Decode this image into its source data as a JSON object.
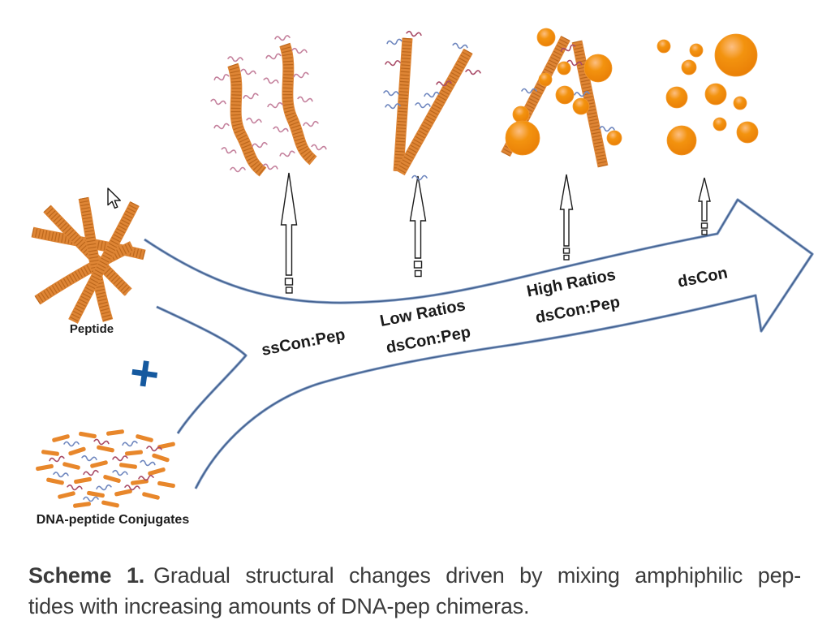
{
  "colors": {
    "fiber_orange": "#DE8535",
    "fiber_hatch": "#BC671C",
    "sphere_orange": "#F08A14",
    "sphere_highlight": "#FCBF83",
    "arrow_outline": "#43618F",
    "arrow_outline_light": "#8AA3C9",
    "upward_arrow_stroke": "#1c1c1c",
    "plus_blue": "#15599F",
    "squiggle_pink": "#C4809C",
    "squiggle_blue": "#6E86BE",
    "squiggle_red": "#A84A66",
    "label_black": "#1a1a1a",
    "caption_gray": "#3b3b3b"
  },
  "figure": {
    "peptide_label": "Peptide",
    "plus_sign": "+",
    "conjugates_label": "DNA-peptide Conjugates",
    "arrow_labels": {
      "stage1": "ssCon:Pep",
      "stage2_top": "Low Ratios",
      "stage2_bottom": "dsCon:Pep",
      "stage3_top": "High Ratios",
      "stage3_bottom": "dsCon:Pep",
      "stage4": "dsCon"
    }
  },
  "caption": {
    "tag": "Scheme 1.",
    "line1_rest": "Gradual structural changes driven by mixing amphiphilic pep-",
    "line2": "tides with increasing amounts of DNA-pep chimeras."
  }
}
